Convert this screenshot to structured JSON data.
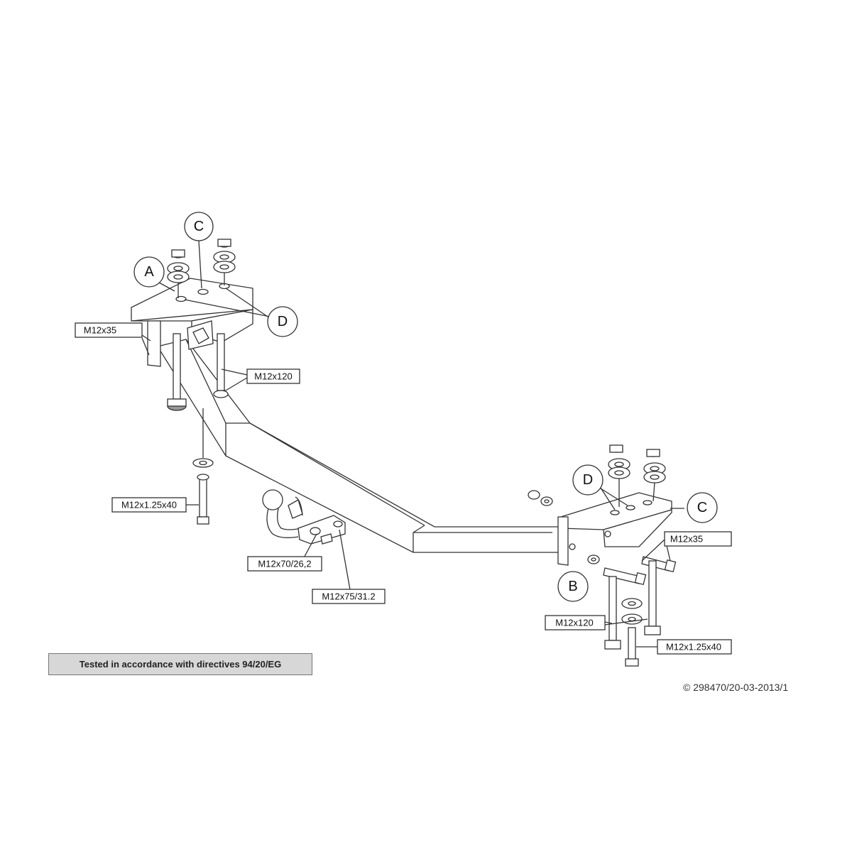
{
  "callouts": {
    "a": "A",
    "b": "B",
    "c_top": "C",
    "c_right": "C",
    "d_top": "D",
    "d_right": "D"
  },
  "labels": {
    "m12x35_left": "M12x35",
    "m12x120_left": "M12x120",
    "m12x125x40_left": "M12x1.25x40",
    "m12x70": "M12x70/26,2",
    "m12x75": "M12x75/31.2",
    "m12x35_right": "M12x35",
    "m12x120_right": "M12x120",
    "m12x125x40_right": "M12x1.25x40"
  },
  "notes": {
    "banner": "Tested in accordance with directives 94/20/EG",
    "copyright": "© 298470/20-03-2013/1"
  },
  "colors": {
    "line": "#333333",
    "banner_bg": "#d7d7d7"
  }
}
